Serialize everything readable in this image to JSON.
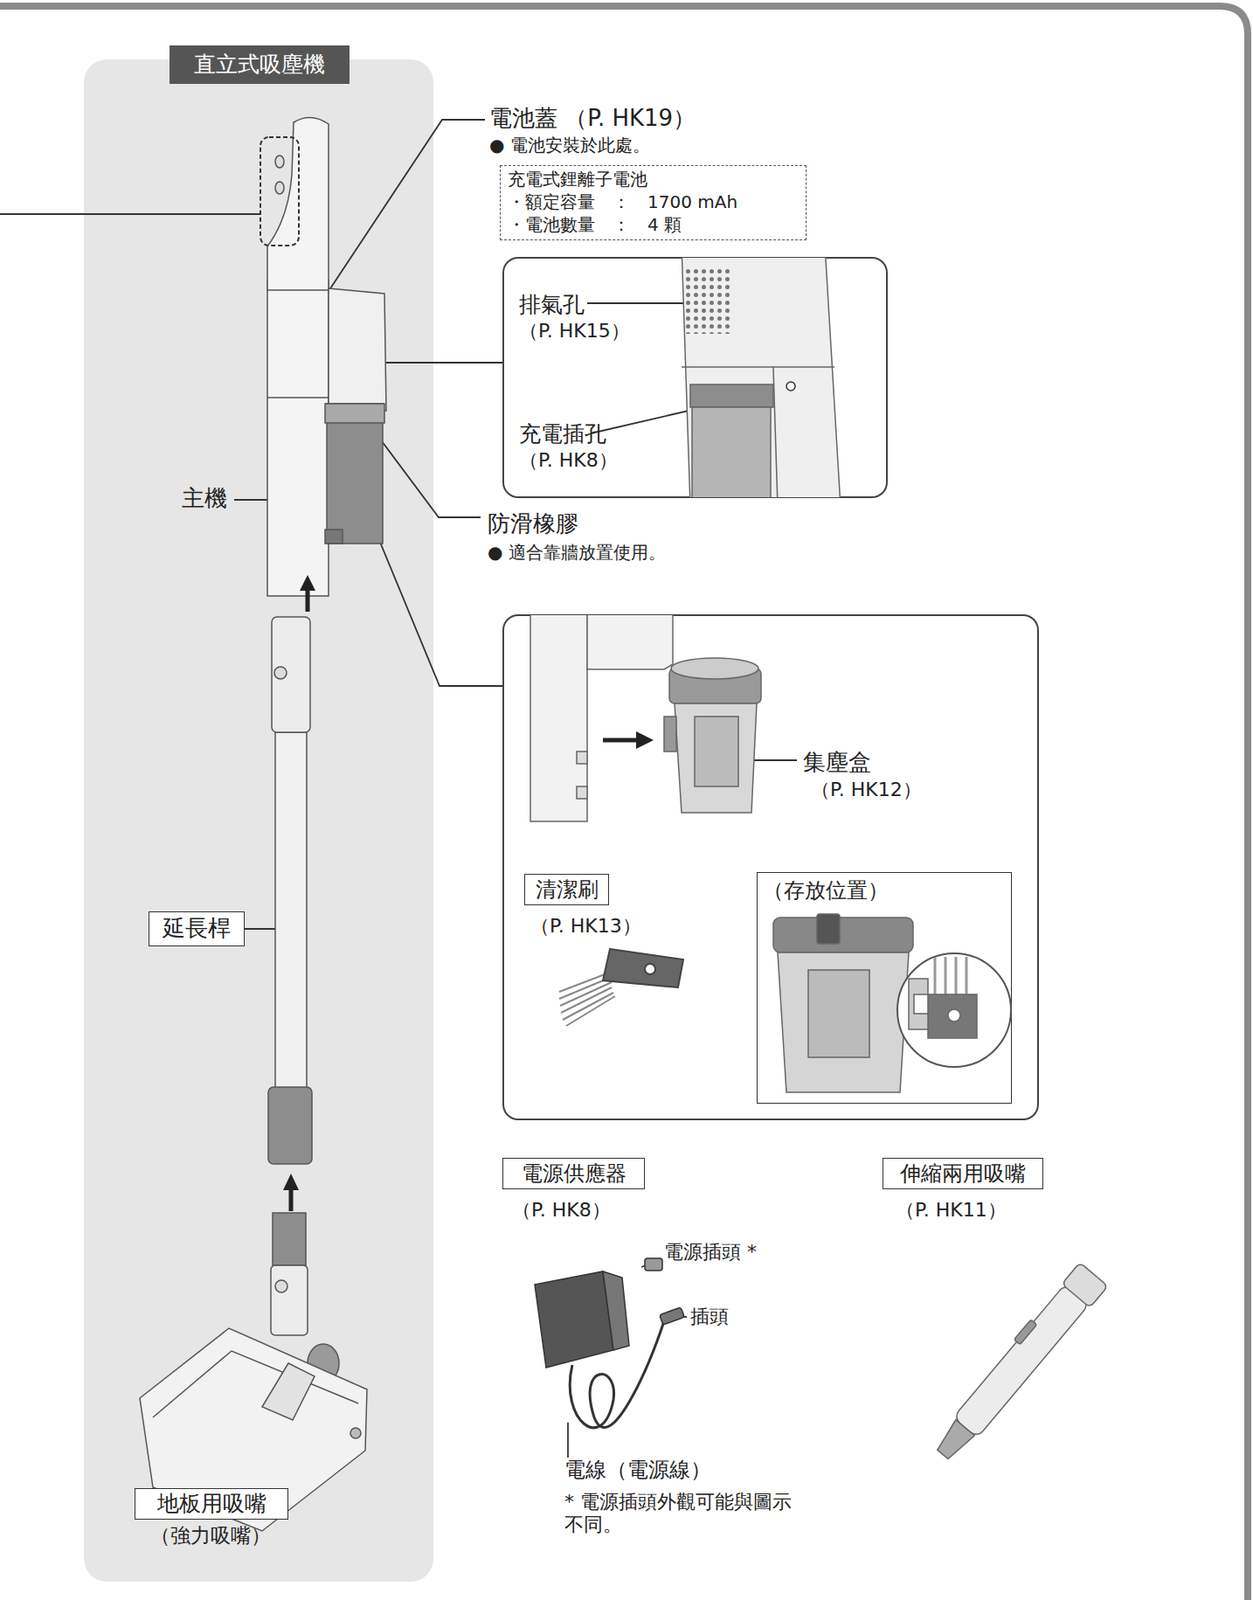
{
  "diagram": {
    "nodes": [
      {
        "text": [
          "直立式吸塵機"
        ]
      },
      {
        "text": [
          "延長桿"
        ],
        "in": 0
      },
      {
        "text": [
          "地板用吸嘴",
          "（強力吸嘴）"
        ],
        "in": 0
      },
      {
        "text": [
          "充電式鋰離子電池",
          "・額定容量　：　1700 mAh",
          "・電池數量　：　4 顆"
        ]
      },
      {
        "text": [
          "排氣孔",
          "（P. HK15）",
          "充電插孔",
          "（P. HK8）"
        ]
      },
      {
        "text": [
          "集塵盒",
          "（P. HK12）"
        ]
      },
      {
        "text": [
          "清潔刷",
          "（P. HK13）"
        ],
        "in": 5
      },
      {
        "text": [
          "（存放位置）"
        ],
        "in": 5
      },
      {
        "text": [
          "電源供應器",
          "（P. HK8）"
        ]
      },
      {
        "text": [
          "伸縮兩用吸嘴",
          "（P. HK11）"
        ]
      }
    ],
    "labels": [
      "電池蓋 （P. HK19）",
      "● 電池安裝於此處。",
      "主機",
      "防滑橡膠",
      "● 適合靠牆放置使用。",
      "電源插頭 *",
      "插頭",
      "電線（電源線）",
      "* 電源插頭外觀可能與圖示 不同。"
    ]
  }
}
